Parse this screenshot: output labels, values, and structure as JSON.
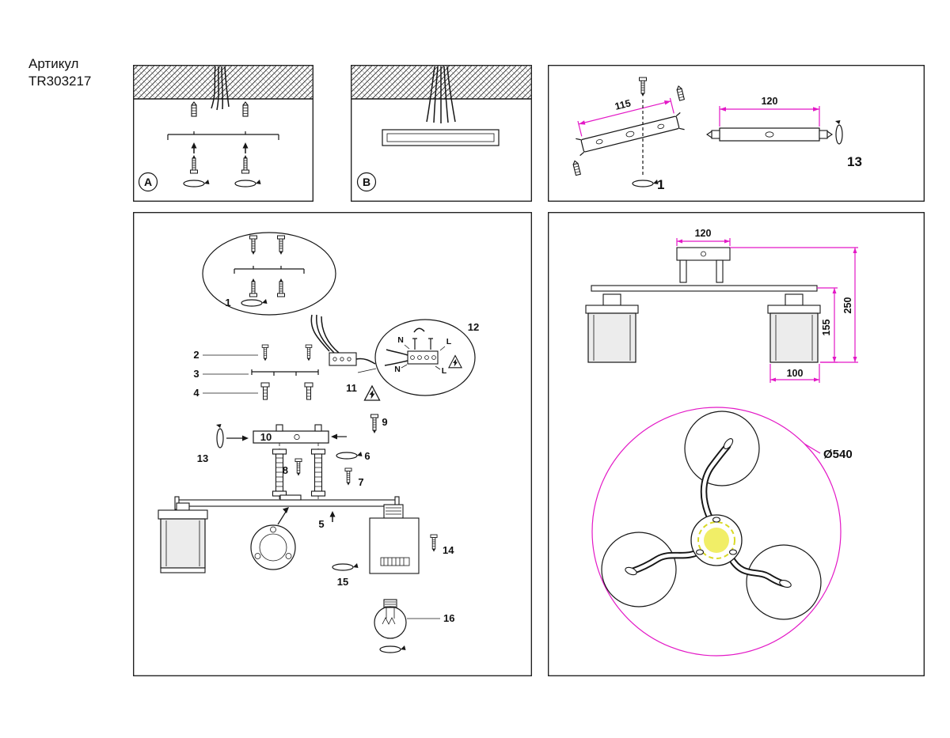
{
  "header": {
    "label": "Артикул",
    "article": "TR303217"
  },
  "panel_a": {
    "letter": "A"
  },
  "panel_b": {
    "letter": "B"
  },
  "bracket_panel": {
    "dim_length": "115",
    "dim_rod": "120",
    "step_anchor": "1",
    "step_rod": "13"
  },
  "exploded": {
    "p1": "1",
    "p2": "2",
    "p3": "3",
    "p4": "4",
    "p5": "5",
    "p6": "6",
    "p7": "7",
    "p8": "8",
    "p9": "9",
    "p10": "10",
    "p11": "11",
    "p12": "12",
    "p13": "13",
    "p14": "14",
    "p15": "15",
    "p16": "16",
    "wire_n_top": "N",
    "wire_l_top": "L",
    "wire_n_bottom": "N",
    "wire_l_bottom": "L"
  },
  "dimensions": {
    "width": "120",
    "height_total": "250",
    "height_shade": "155",
    "shade_width": "100",
    "diameter": "Ø540"
  },
  "colors": {
    "dimension_line": "#e318c6",
    "highlight_yellow": "#f1ee67",
    "line": "#161616"
  }
}
